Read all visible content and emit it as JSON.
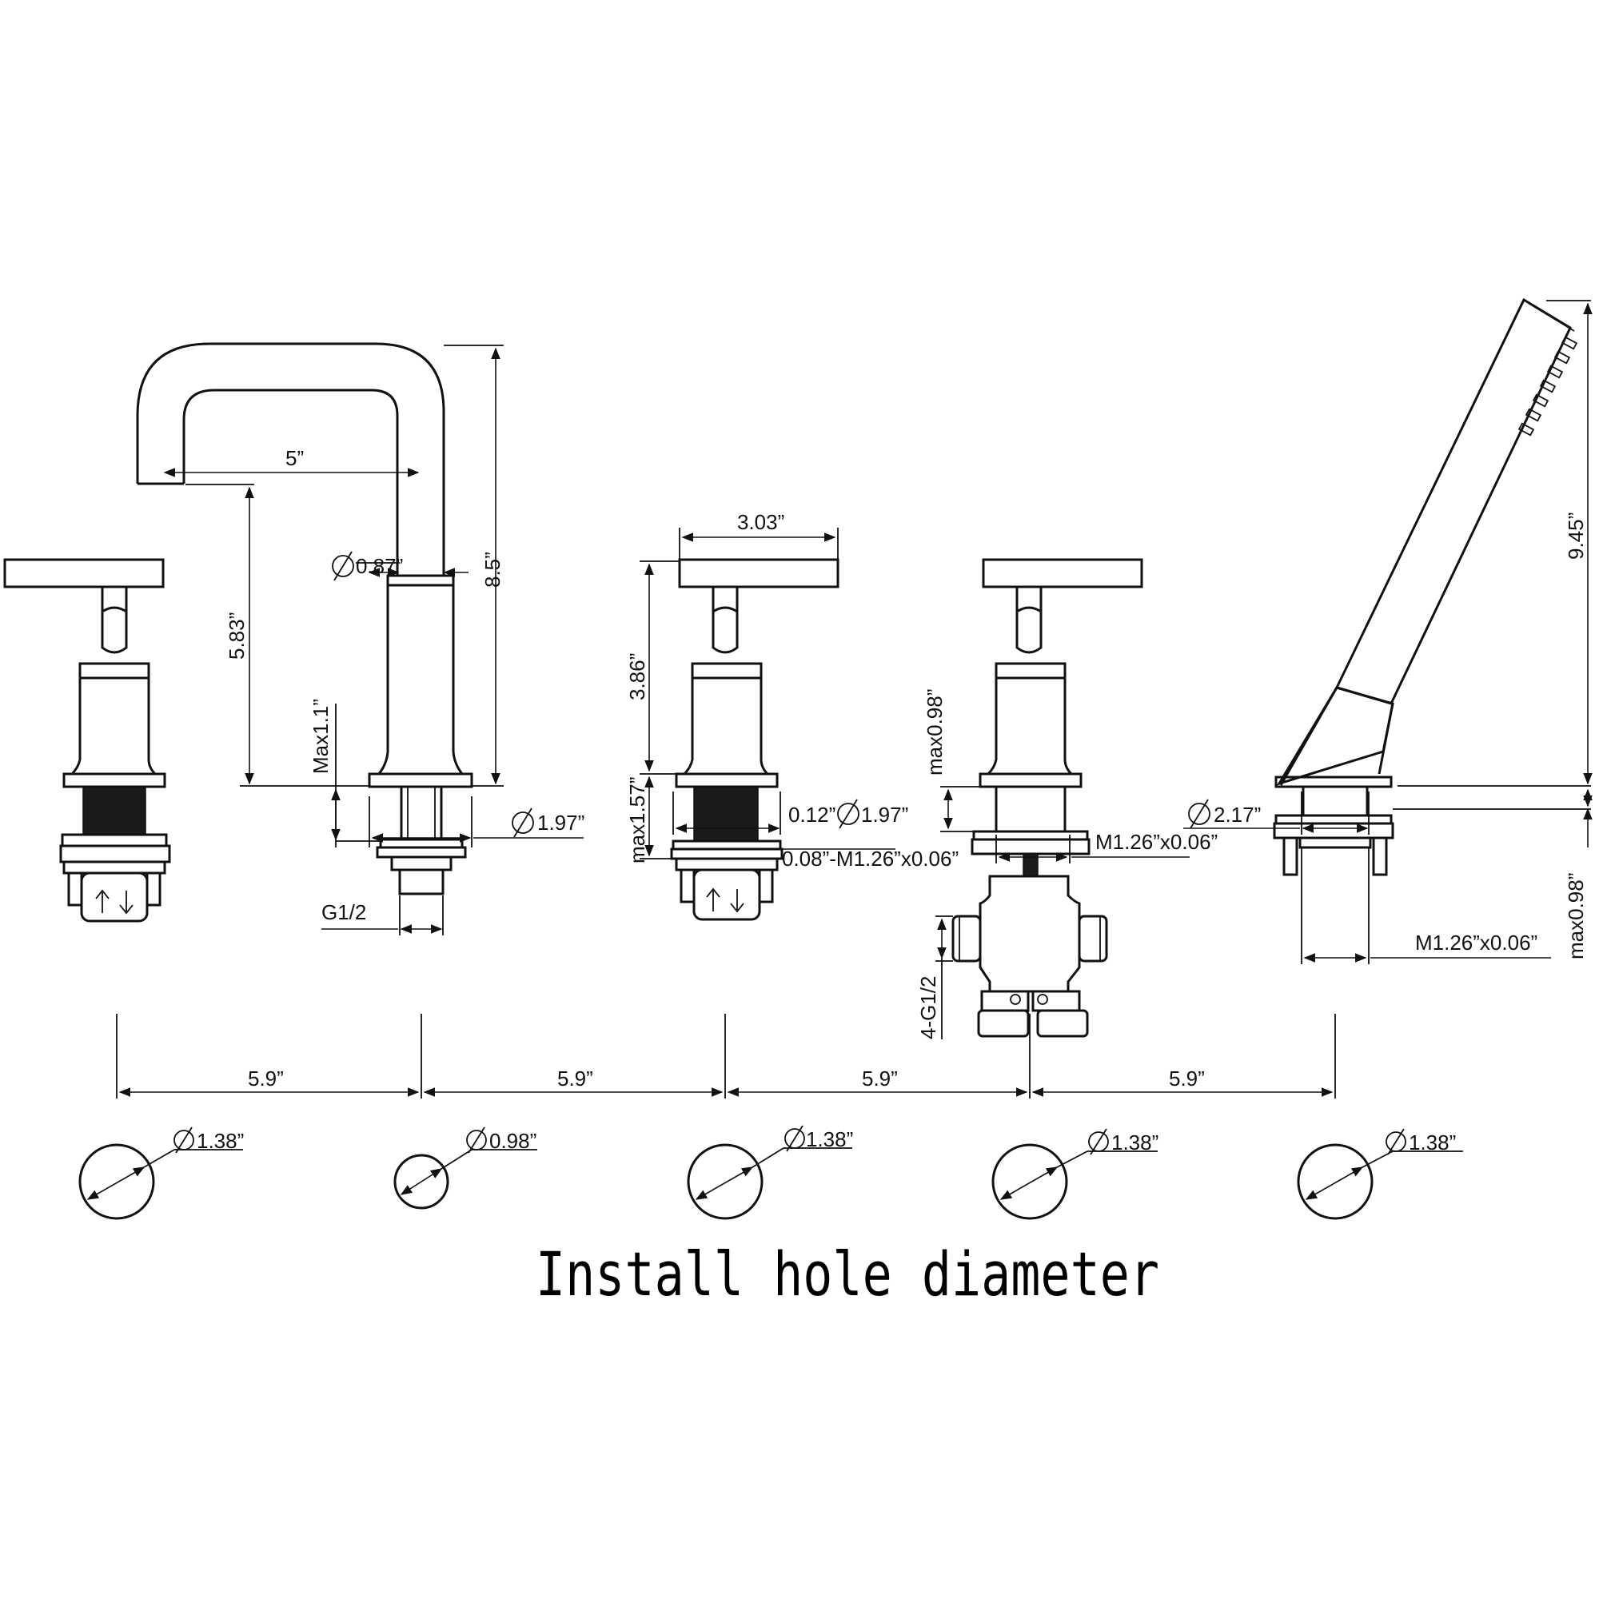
{
  "dimensions": {
    "spout_reach": "5”",
    "spout_height": "8.5”",
    "spout_clearance": "5.83”",
    "spout_diameter": "0.87”",
    "spout_max_deck": "Max1.1”",
    "spout_base_diameter": "1.97”",
    "spout_thread": "G1/2",
    "handle_width": "3.03”",
    "handle_height": "3.86”",
    "handle_max_deck": "max1.57”",
    "handle_base_spec": "0.12”",
    "handle_base_diameter": "1.97”",
    "handle_thread": "0.08”-M1.26”x0.06”",
    "diverter_max_deck": "max0.98”",
    "diverter_thread": "M1.26”x0.06”",
    "diverter_outlets": "4-G1/2",
    "shower_height": "9.45”",
    "shower_base_diameter": "2.17”",
    "shower_max_deck": "max0.98”",
    "shower_thread": "M1.26”x0.06”"
  },
  "spacing": [
    "5.9”",
    "5.9”",
    "5.9”",
    "5.9”"
  ],
  "holes": [
    "1.38”",
    "0.98”",
    "1.38”",
    "1.38”",
    "1.38”"
  ],
  "title": "Install hole diameter",
  "icons": {
    "diameter": "diameter-symbol",
    "arrows": "up-down-arrows"
  }
}
